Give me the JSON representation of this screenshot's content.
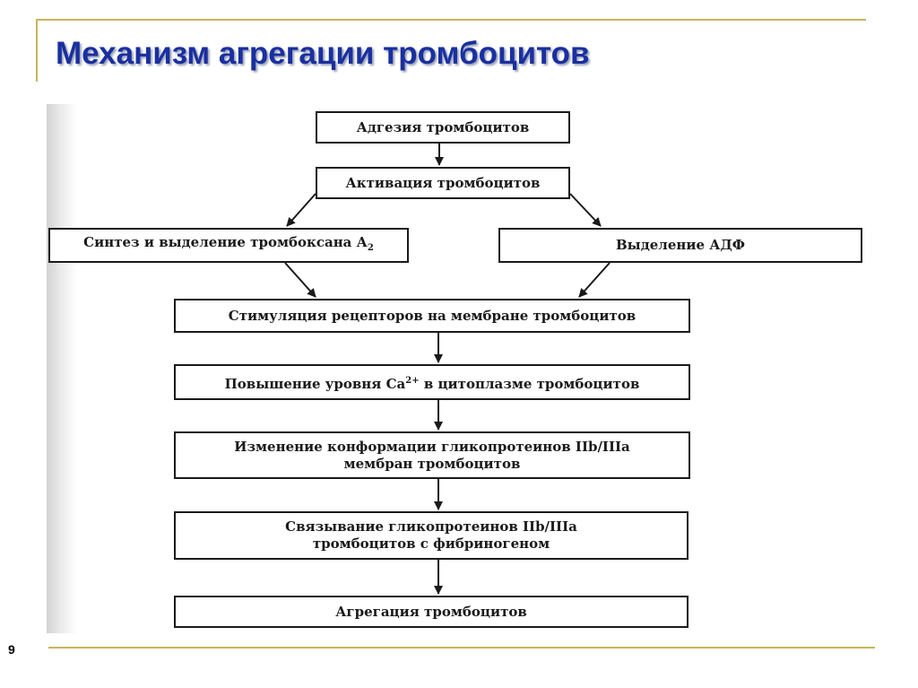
{
  "slide": {
    "title": "Механизм агрегации тромбоцитов",
    "page_number": "9"
  },
  "diagram": {
    "adhesion": "Адгезия тромбоцитов",
    "activation": "Активация тромбоцитов",
    "thromboxane_text": "Синтез и выделение тромбоксана А",
    "thromboxane_sub": "2",
    "adp": "Выделение АДФ",
    "receptors": "Стимуляция рецепторов на мембране тромбоцитов",
    "calcium_pre": "Повышение уровня Са",
    "calcium_sup": "2+",
    "calcium_post": " в цитоплазме тромбоцитов",
    "conformation_line1": "Изменение конформации гликопротеинов IIb/IIIa",
    "conformation_line2": "мембран тромбоцитов",
    "binding_line1": "Связывание гликопротеинов IIb/IIIa",
    "binding_line2": "тромбоцитов с фибриногеном",
    "aggregation": "Агрегация тромбоцитов"
  },
  "colors": {
    "title": "#1a2fa0",
    "rule": "#c9b45a",
    "ink": "#1a1a1a"
  }
}
